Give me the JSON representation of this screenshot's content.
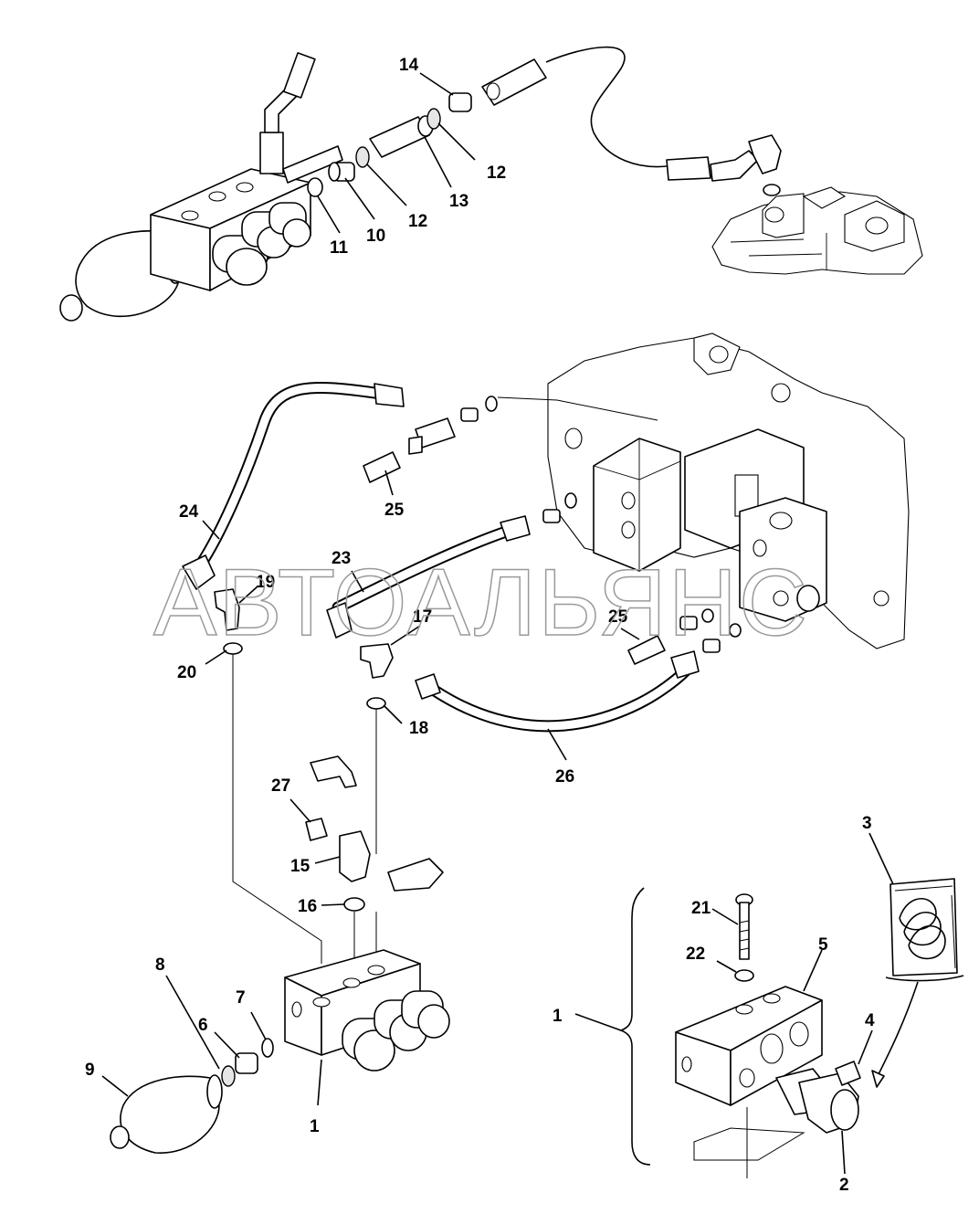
{
  "watermark": "АВТОАЛЬЯНС",
  "callouts": [
    "1",
    "1",
    "1",
    "2",
    "3",
    "4",
    "5",
    "6",
    "7",
    "8",
    "9",
    "10",
    "11",
    "12",
    "12",
    "13",
    "14",
    "15",
    "16",
    "17",
    "18",
    "19",
    "20",
    "21",
    "22",
    "23",
    "24",
    "25",
    "25",
    "26",
    "27"
  ]
}
